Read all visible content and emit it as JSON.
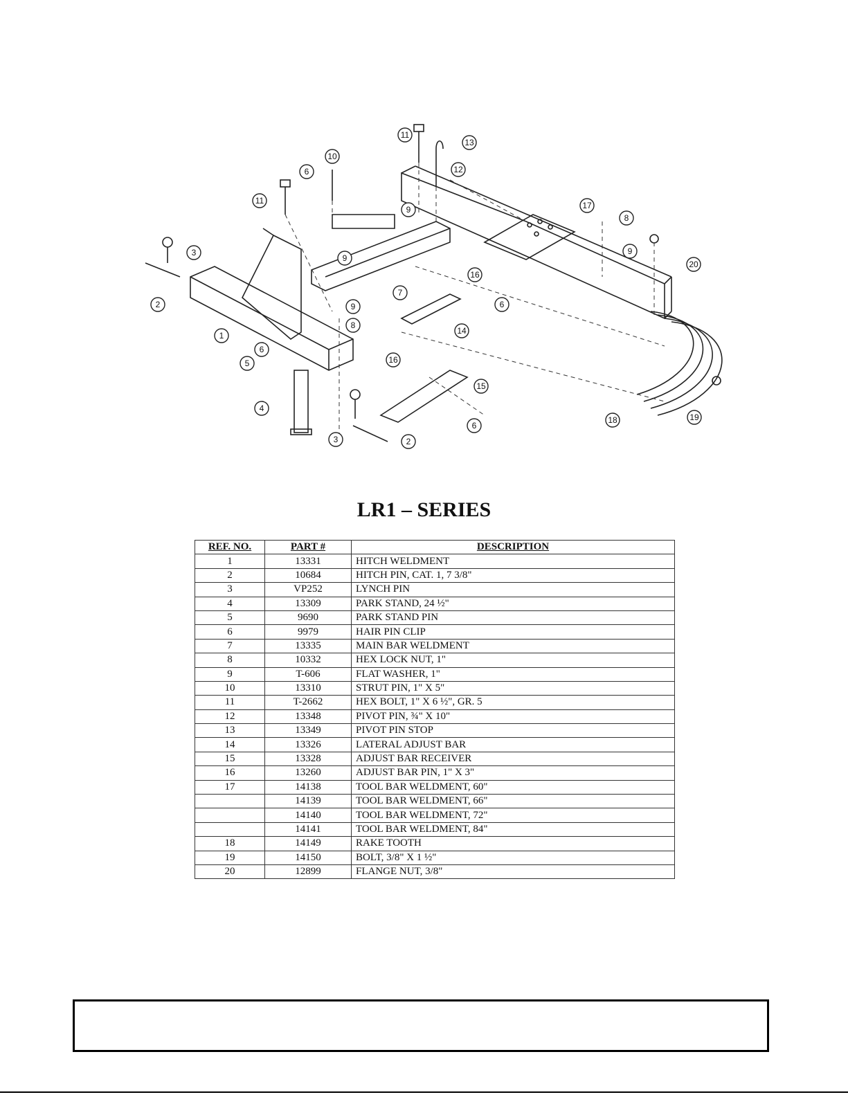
{
  "title": "LR1 – SERIES",
  "callouts": [
    "1",
    "2",
    "3",
    "4",
    "5",
    "6",
    "7",
    "8",
    "9",
    "10",
    "11",
    "12",
    "13",
    "14",
    "15",
    "16",
    "17",
    "18",
    "19",
    "20"
  ],
  "table": {
    "headers": [
      "REF. NO.",
      "PART #",
      "DESCRIPTION"
    ],
    "rows": [
      [
        "1",
        "13331",
        "HITCH WELDMENT"
      ],
      [
        "2",
        "10684",
        "HITCH PIN, CAT. 1, 7 3/8\""
      ],
      [
        "3",
        "VP252",
        "LYNCH PIN"
      ],
      [
        "4",
        "13309",
        "PARK STAND, 24 ½\""
      ],
      [
        "5",
        "9690",
        "PARK STAND PIN"
      ],
      [
        "6",
        "9979",
        "HAIR PIN CLIP"
      ],
      [
        "7",
        "13335",
        "MAIN BAR WELDMENT"
      ],
      [
        "8",
        "10332",
        "HEX LOCK NUT, 1\""
      ],
      [
        "9",
        "T-606",
        "FLAT WASHER, 1\""
      ],
      [
        "10",
        "13310",
        "STRUT PIN, 1\" X 5\""
      ],
      [
        "11",
        "T-2662",
        "HEX BOLT, 1\" X 6 ½\", GR. 5"
      ],
      [
        "12",
        "13348",
        "PIVOT PIN, ¾\" X 10\""
      ],
      [
        "13",
        "13349",
        "PIVOT PIN STOP"
      ],
      [
        "14",
        "13326",
        "LATERAL ADJUST BAR"
      ],
      [
        "15",
        "13328",
        "ADJUST BAR RECEIVER"
      ],
      [
        "16",
        "13260",
        "ADJUST BAR PIN, 1\" X 3\""
      ],
      [
        "17",
        "14138",
        "TOOL BAR WELDMENT, 60\""
      ],
      [
        "",
        "14139",
        "TOOL BAR WELDMENT, 66\""
      ],
      [
        "",
        "14140",
        "TOOL BAR WELDMENT, 72\""
      ],
      [
        "",
        "14141",
        "TOOL BAR WELDMENT, 84\""
      ],
      [
        "18",
        "14149",
        "RAKE TOOTH"
      ],
      [
        "19",
        "14150",
        "BOLT, 3/8\" X 1 ½\""
      ],
      [
        "20",
        "12899",
        "FLANGE NUT, 3/8\""
      ]
    ]
  }
}
